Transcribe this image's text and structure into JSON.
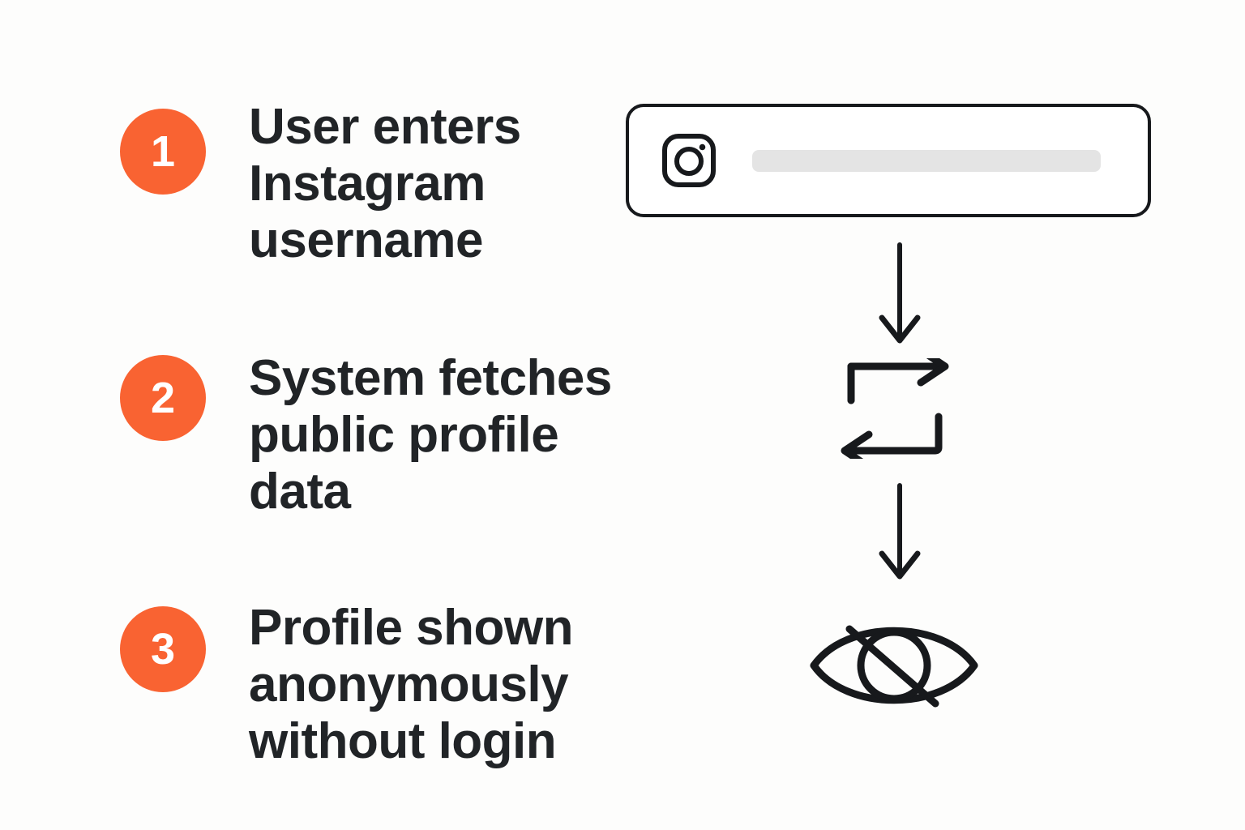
{
  "background_color": "#FDFDFC",
  "accent_color": "#F96332",
  "text_color": "#212427",
  "line_color": "#17191C",
  "placeholder_color": "#E4E4E4",
  "steps": [
    {
      "number": "1",
      "text": "User enters\nInstagram\nusername",
      "icon": "instagram-search-bar"
    },
    {
      "number": "2",
      "text": "System fetches\npublic profile\ndata",
      "icon": "sync-arrows"
    },
    {
      "number": "3",
      "text": "Profile shown\nanonymously\nwithout login",
      "icon": "eye-off"
    }
  ],
  "flow": {
    "search_bar": {
      "icon_name": "instagram-icon",
      "input_value": "",
      "placeholder": ""
    },
    "connector_1": "arrow-down-icon",
    "sync": "sync-arrows-icon",
    "connector_2": "arrow-down-icon",
    "result": "eye-off-icon"
  }
}
